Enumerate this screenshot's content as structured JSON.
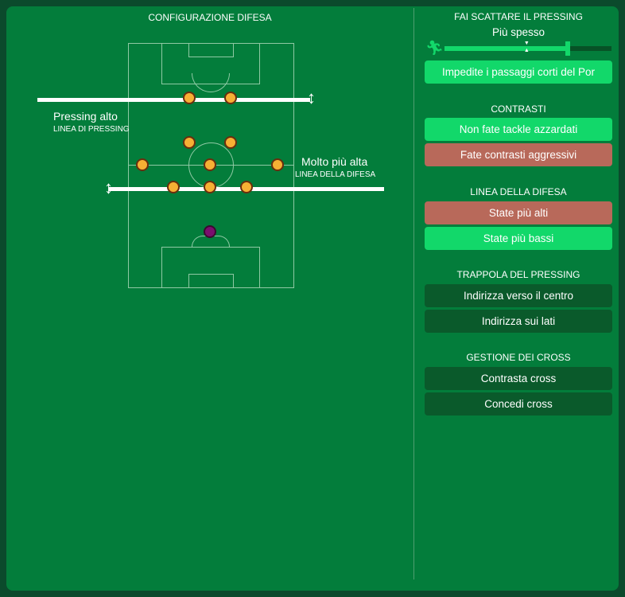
{
  "left": {
    "title": "CONFIGURAZIONE DIFESA",
    "pressing_value": "Pressing alto",
    "pressing_label": "LINEA DI PRESSING",
    "defense_value": "Molto più alta",
    "defense_label": "LINEA DELLA DIFESA"
  },
  "right": {
    "pressing_trigger": {
      "title": "FAI SCATTARE IL PRESSING",
      "value": "Più spesso",
      "slider_fraction": 0.74,
      "marker_fraction": 0.49,
      "icon": "running-man-icon",
      "button": "Impedite i passaggi corti del Por"
    },
    "contrasti": {
      "title": "CONTRASTI",
      "options": [
        "Non fate tackle azzardati",
        "Fate contrasti aggressivi"
      ]
    },
    "linea": {
      "title": "LINEA DELLA DIFESA",
      "options": [
        "State più alti",
        "State più bassi"
      ]
    },
    "trappola": {
      "title": "TRAPPOLA DEL PRESSING",
      "options": [
        "Indirizza verso il centro",
        "Indirizza sui lati"
      ]
    },
    "cross": {
      "title": "GESTIONE DEI CROSS",
      "options": [
        "Contrasta cross",
        "Concedi cross"
      ]
    }
  },
  "colors": {
    "active": "#12d86a",
    "negative": "#b8695a",
    "inactive": "#0a5a2b",
    "player": "#f7b034",
    "goalkeeper": "#7a0f6e"
  }
}
